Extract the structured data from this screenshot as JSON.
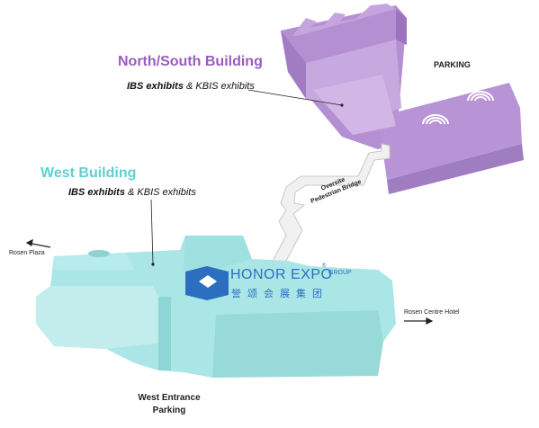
{
  "north_south": {
    "title": "North/South Building",
    "exhibits_bold": "IBS exhibits",
    "exhibits_rest": " & KBIS exhibits"
  },
  "west": {
    "title": "West Building",
    "exhibits_bold": "IBS exhibits",
    "exhibits_rest": " & KBIS exhibits"
  },
  "labels": {
    "parking": "PARKING",
    "rosen_plaza": "Rosen Plaza",
    "rosen_centre": "Rosen Centre Hotel",
    "bridge_line1": "Oversite",
    "bridge_line2": "Pedestrian Bridge",
    "west_parking_line1": "West Entrance",
    "west_parking_line2": "Parking"
  },
  "watermark": {
    "brand_honor": "HONOR",
    "brand_expo": "EXPO",
    "group": "GROUP",
    "registered": "®",
    "chinese": "誉颂会展集团"
  },
  "colors": {
    "north_south": "#c4a3dc",
    "north_south_dark": "#a57fc4",
    "west": "#a8e4e4",
    "west_dark": "#7fd0d0",
    "brand": "#2c6fc1"
  },
  "icons": {
    "parking_ramps": "spiral-ramp-icon",
    "direction": "arrow-icon"
  }
}
